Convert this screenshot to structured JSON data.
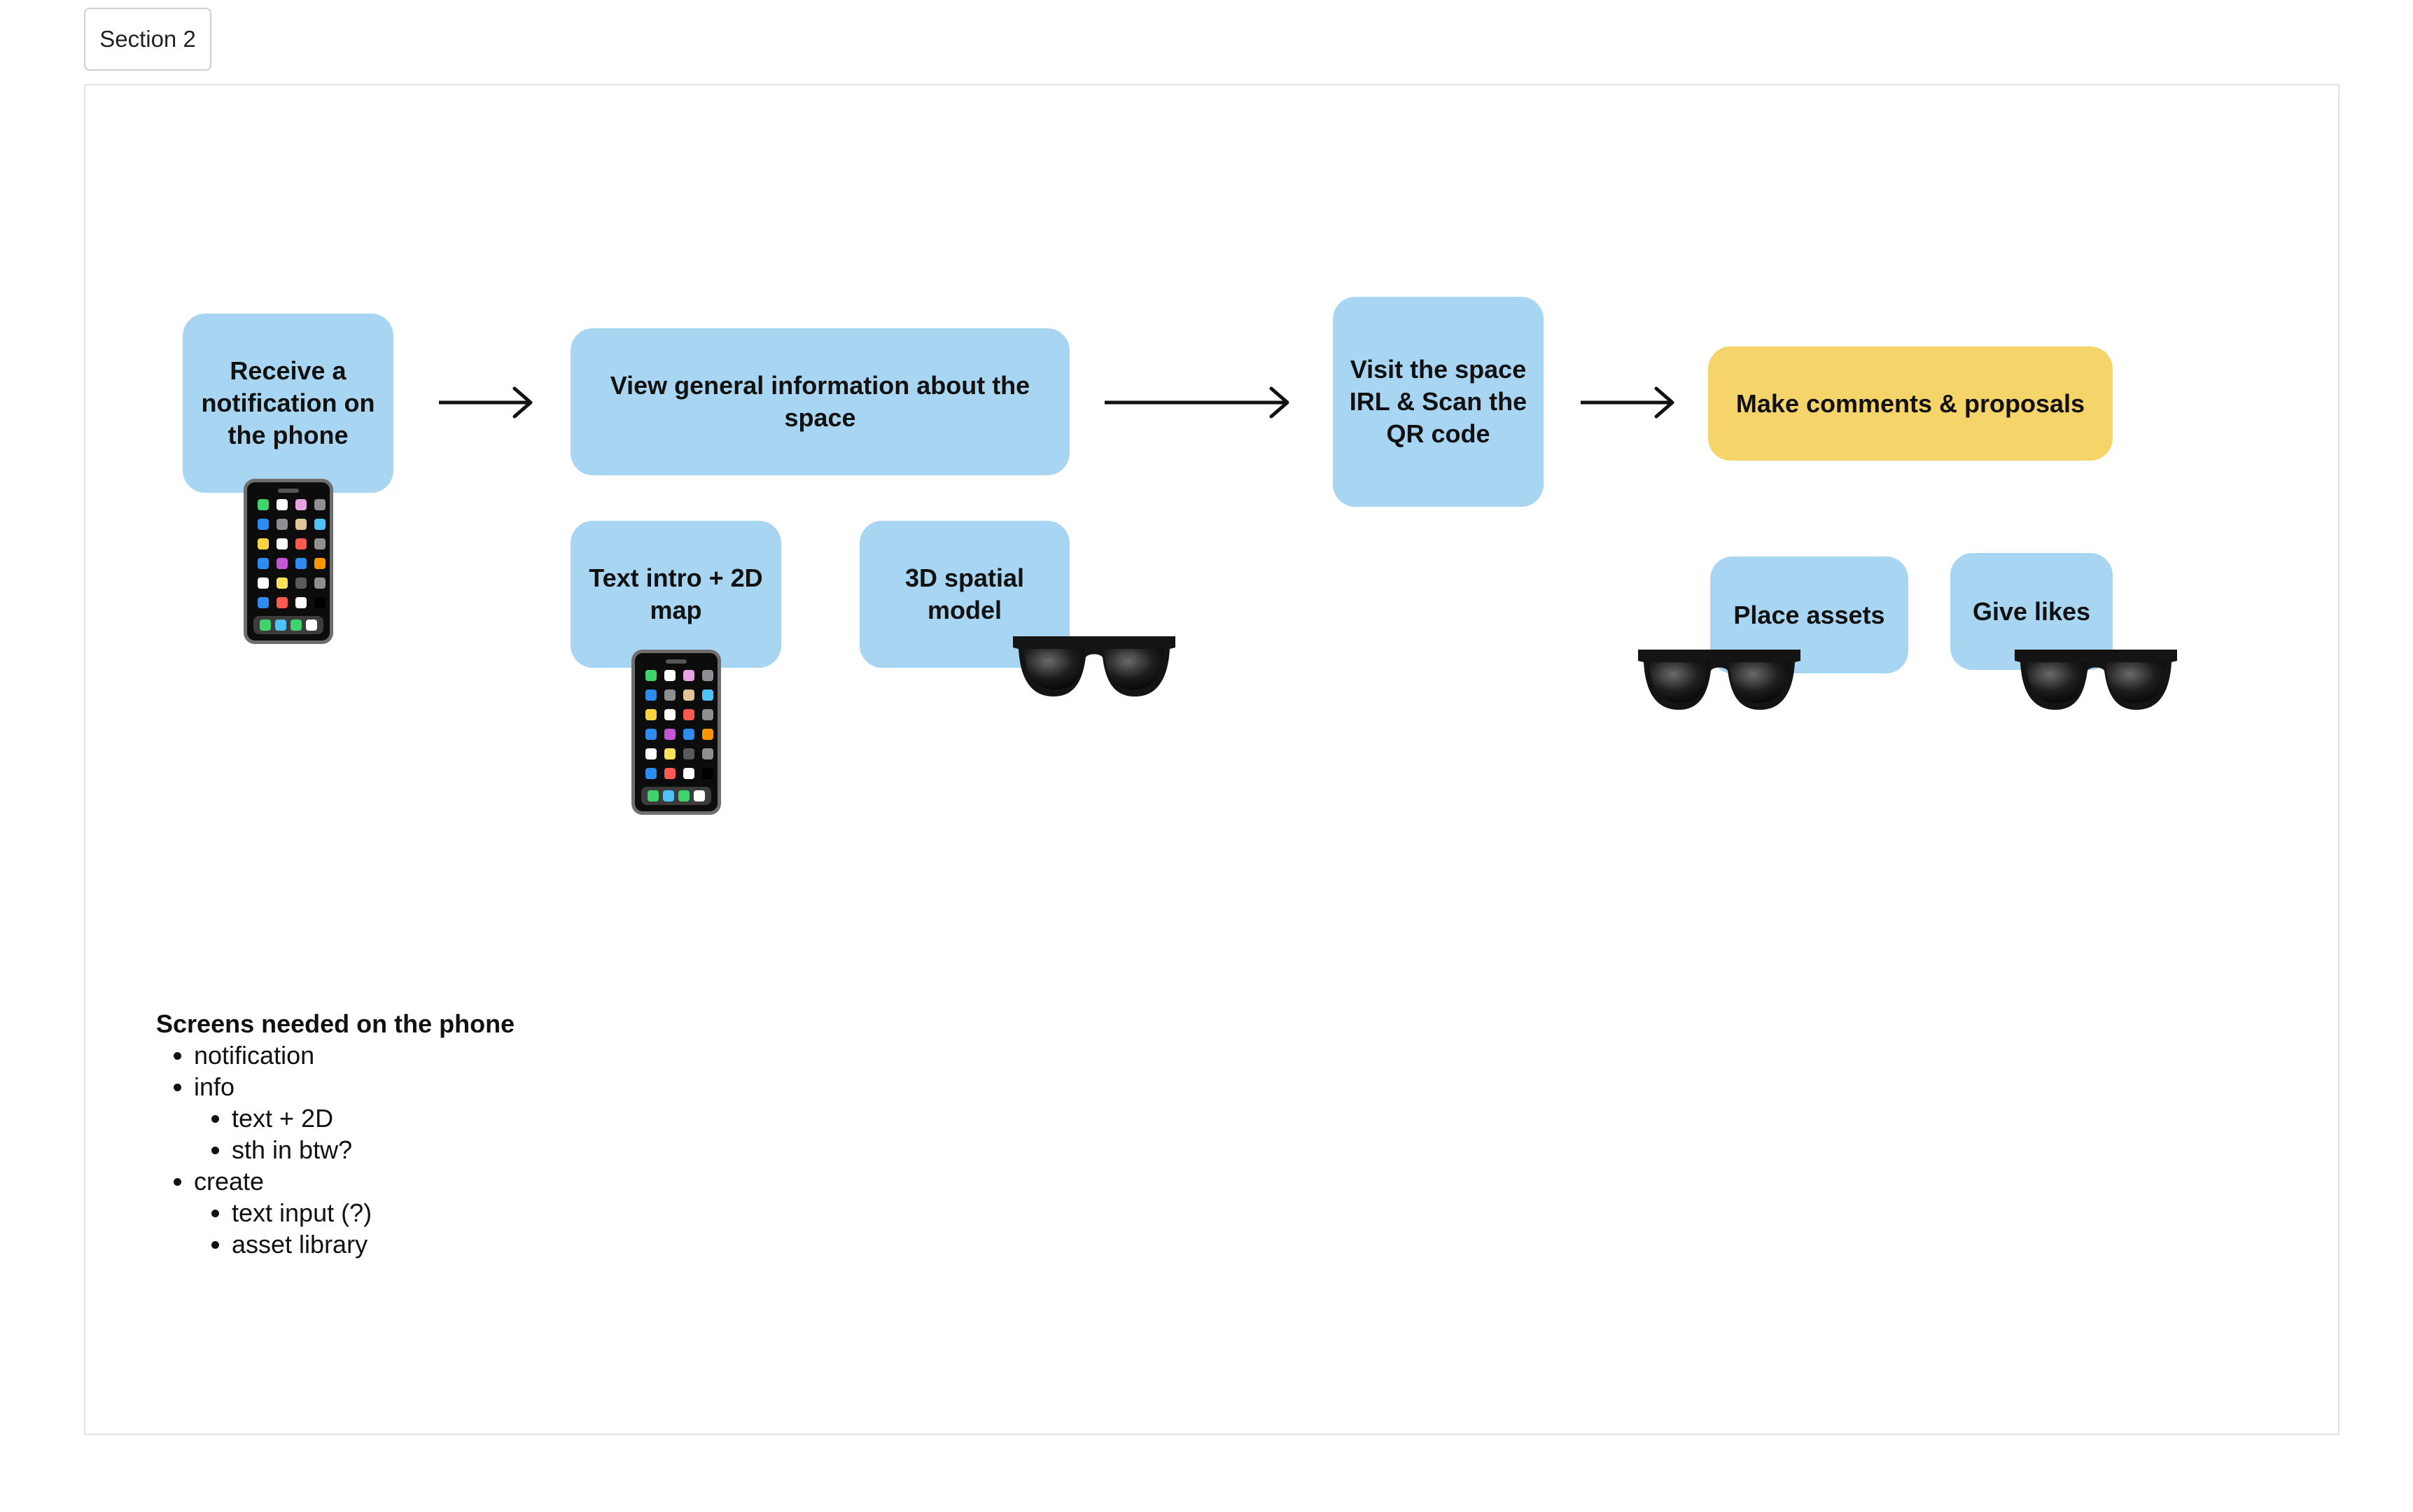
{
  "section": {
    "label": "Section 2"
  },
  "flow": {
    "receive_notification": "Receive a notification on the phone",
    "view_info": "View general information about the space",
    "visit_space": "Visit the space IRL & Scan the QR code",
    "make_comments": "Make comments & proposals",
    "text_intro": "Text intro + 2D map",
    "spatial_model": "3D spatial model",
    "place_assets": "Place assets",
    "give_likes": "Give likes"
  },
  "icons": {
    "phone": "mobile-phone-icon",
    "glasses": "sunglasses-icon"
  },
  "colors": {
    "sticky_blue": "#a8d5f2",
    "sticky_yellow": "#f5d46a"
  },
  "notes": {
    "title": "Screens needed on the phone",
    "items": [
      {
        "label": "notification",
        "children": []
      },
      {
        "label": "info",
        "children": [
          "text + 2D",
          "sth in btw?"
        ]
      },
      {
        "label": "create",
        "children": [
          "text input (?)",
          "asset library"
        ]
      }
    ]
  }
}
